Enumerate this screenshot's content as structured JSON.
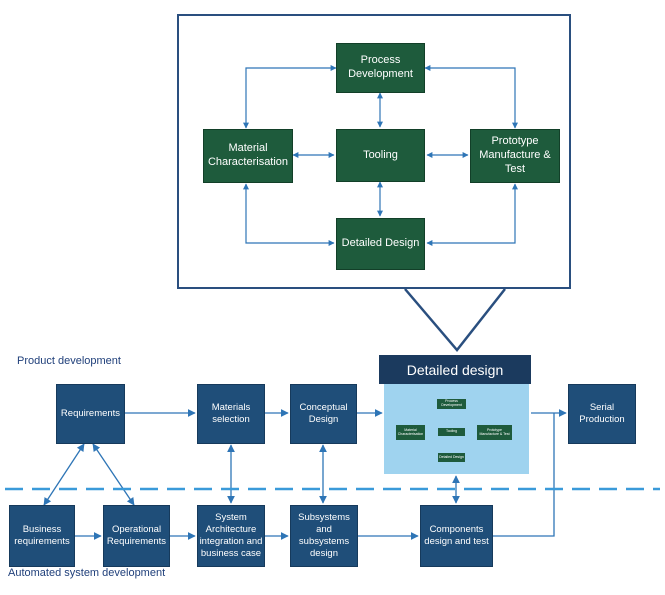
{
  "detail": {
    "process_development": "Process Development",
    "material_characterisation": "Material Characterisation",
    "tooling": "Tooling",
    "prototype_manufacture_test": "Prototype Manufacture & Test",
    "detailed_design": "Detailed Design"
  },
  "product_development": {
    "label": "Product development",
    "requirements": "Requirements",
    "materials_selection": "Materials selection",
    "conceptual_design": "Conceptual Design",
    "detailed_design_header": "Detailed design",
    "serial_production": "Serial Production"
  },
  "automated_system_development": {
    "label": "Automated system development",
    "business_requirements": "Business requirements",
    "operational_requirements": "Operational Requirements",
    "system_architecture": "System Architecture integration and business case",
    "subsystems_design": "Subsystems and subsystems design",
    "components_design_test": "Components design and test"
  },
  "colors": {
    "detail_box": "#1e5b3c",
    "process_box": "#1f4e79",
    "connector": "#2e75b6",
    "divider": "#3a9ad9",
    "detail_panel": "#9fd3ef"
  }
}
